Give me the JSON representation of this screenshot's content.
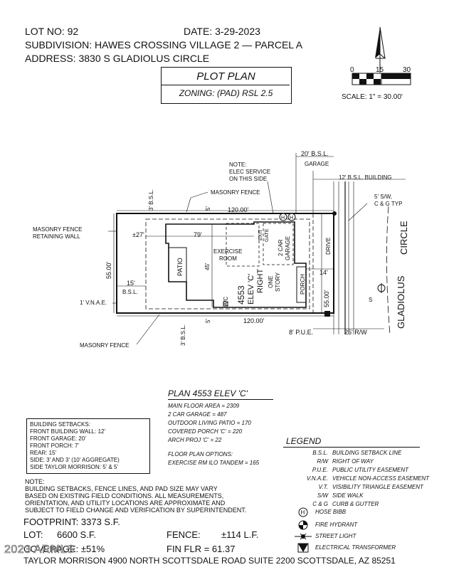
{
  "header": {
    "lot": "LOT NO: 92",
    "date": "DATE: 3-29-2023",
    "subdivision": "SUBDIVISION: HAWES CROSSING VILLAGE 2 — PARCEL A",
    "address": "ADDRESS: 3830 S GLADIOLUS CIRCLE"
  },
  "title_block": {
    "title": "PLOT PLAN",
    "zoning": "ZONING: (PAD) RSL 2.5"
  },
  "scale": {
    "t0": "0",
    "t15": "15",
    "t30": "30",
    "label": "SCALE: 1\" = 30.00'"
  },
  "plan_labels": {
    "bsl_20": "20' B.S.L.",
    "garage": "GARAGE",
    "note": "NOTE:",
    "elec1": "ELEC SERVICE",
    "elec2": "ON THIS SIDE",
    "bsl_12": "12' B.S.L. BUILDING",
    "sw": "5' S/W,",
    "cg": "C & G TYP",
    "masonry_top": "MASONRY FENCE",
    "bsl_3_top": "3' B.S.L.",
    "five_top": "5'",
    "dim_120_top": "120.00'",
    "mf_retain1": "MASONRY FENCE",
    "mf_retain2": "RETAINING WALL",
    "dim_27": "±27'",
    "dim_79": "79'",
    "dim_55_left": "55.00'",
    "patio": "PATIO",
    "exercise1": "EXERCISE",
    "exercise2": "ROOM",
    "dim_45": "45'",
    "plan_no": "4553",
    "elev": "ELEV 'C'",
    "right": "RIGHT",
    "one": "ONE",
    "story": "STORY",
    "exit": "EXIT",
    "gate": "GATE",
    "two_car": "2 CAR",
    "garage_lbl": "GARAGE",
    "drive": "DRIVE",
    "porch": "PORCH",
    "dim_14": "14'",
    "dim_55_right": "55.00'",
    "dim_15": "15'",
    "bsl_left": "B.S.L.",
    "vnae": "1' V.N.A.E.",
    "ac": "A/C",
    "five_bot": "5'",
    "dim_120_bot": "120.00'",
    "masonry_bot": "MASONRY FENCE",
    "bsl_3_bot": "3' B.S.L.",
    "pue": "8' P.U.E.",
    "rw": "25' R/W",
    "gladiolus": "GLADIOLUS",
    "circle": "CIRCLE",
    "s": "S"
  },
  "plan_info": {
    "title": "PLAN 4553 ELEV 'C'",
    "lines": [
      "MAIN FLOOR AREA = 2309",
      "2 CAR GARAGE = 487",
      "OUTDOOR LIVING PATIO = 170",
      "COVERED PORCH 'C' = 220",
      "ARCH PROJ 'C' = 22"
    ],
    "options_title": "FLOOR PLAN OPTIONS:",
    "options": [
      "EXERCISE RM ILO TANDEM = 165"
    ]
  },
  "setbacks": {
    "title": "BUILDING SETBACKS:",
    "lines": [
      "FRONT BUILDING WALL: 12'",
      "FRONT GARAGE: 20'",
      "FRONT PORCH: 7'",
      "REAR: 15'",
      "SIDE: 3' AND 3' (10' AGGREGATE)",
      "SIDE TAYLOR MORRISON: 5' & 5'"
    ]
  },
  "note": {
    "lines": [
      "NOTE:",
      "BUILDING SETBACKS, FENCE LINES, AND PAD SIZE MAY VARY",
      "BASED ON EXISTING FIELD CONDITIONS.  ALL MEASUREMENTS,",
      "ORIENTATION, AND UTILITY LOCATIONS ARE APPROXIMATE AND",
      "SUBJECT TO FIELD CHANGE AND VERIFICATION BY SUPERINTENDENT."
    ]
  },
  "stats": {
    "footprint": "FOOTPRINT: 3373 S.F.",
    "lot_label": "LOT:",
    "lot_value": "6600 S.F.",
    "fence_label": "FENCE:",
    "fence_value": "±114 L.F.",
    "coverage": "COVERAGE: ±51%",
    "finflr": "FIN FLR = 61.37"
  },
  "legend": {
    "title": "LEGEND",
    "items": [
      {
        "abbr": "B.S.L.",
        "desc": "BUILDING SETBACK LINE"
      },
      {
        "abbr": "R/W",
        "desc": "RIGHT OF WAY"
      },
      {
        "abbr": "P.U.E.",
        "desc": "PUBLIC UTILITY EASEMENT"
      },
      {
        "abbr": "V.N.A.E.",
        "desc": "VEHICLE NON-ACCESS EASEMENT"
      },
      {
        "abbr": "V.T.",
        "desc": "VISIBILITY TRIANGLE EASEMENT"
      },
      {
        "abbr": "S/W",
        "desc": "SIDE WALK"
      },
      {
        "abbr": "C & G",
        "desc": "CURB & GUTTER"
      }
    ],
    "symbols": [
      {
        "icon": "hose-bibb-icon",
        "desc": "HOSE BIBB"
      },
      {
        "icon": "fire-hydrant-icon",
        "desc": "FIRE HYDRANT"
      },
      {
        "icon": "street-light-icon",
        "desc": "STREET LIGHT"
      },
      {
        "icon": "electrical-transformer-icon",
        "desc": "ELECTRICAL TRANSFORMER"
      }
    ]
  },
  "footer": {
    "text": "TAYLOR MORRISON 4900 NORTH SCOTTSDALE ROAD SUITE 2200 SCOTTSDALE, AZ  85251"
  },
  "watermark": "2023 ARMLS"
}
